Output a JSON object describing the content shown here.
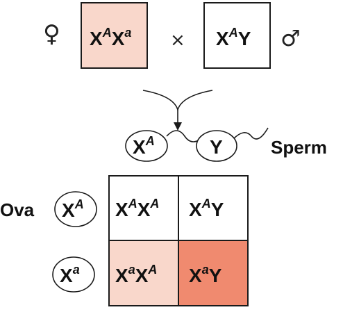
{
  "cross": {
    "female_symbol": "♀",
    "male_symbol": "♂",
    "times": "×",
    "female_genotype": {
      "base1": "X",
      "sup1": "A",
      "base2": "X",
      "sup2": "a"
    },
    "male_genotype": {
      "base1": "X",
      "sup1": "A",
      "base2": "Y"
    }
  },
  "sperm": {
    "label": "Sperm",
    "gamete1": {
      "base": "X",
      "sup": "A"
    },
    "gamete2": {
      "base": "Y"
    }
  },
  "ova": {
    "label": "Ova",
    "gamete1": {
      "base": "X",
      "sup": "A"
    },
    "gamete2": {
      "base": "X",
      "sup": "a"
    }
  },
  "punnett": {
    "c11": {
      "base1": "X",
      "sup1": "A",
      "base2": "X",
      "sup2": "A"
    },
    "c12": {
      "base1": "X",
      "sup1": "A",
      "base2": "Y"
    },
    "c21": {
      "base1": "X",
      "sup1": "a",
      "base2": "X",
      "sup2": "A"
    },
    "c22": {
      "base1": "X",
      "sup1": "a",
      "base2": "Y"
    }
  },
  "colors": {
    "carrier_fill": "#f9d7cb",
    "affected_fill": "#f08a6f",
    "normal_fill": "#ffffff",
    "stroke": "#1a1a1a"
  }
}
